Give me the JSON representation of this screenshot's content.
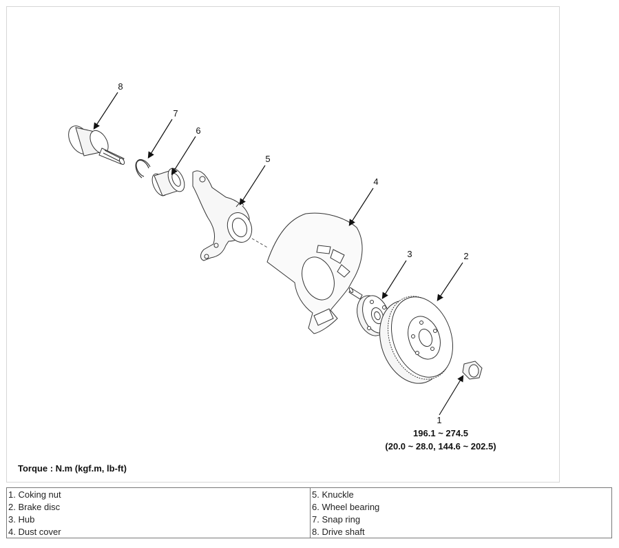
{
  "diagram": {
    "callouts": [
      "1",
      "2",
      "3",
      "4",
      "5",
      "6",
      "7",
      "8"
    ],
    "torque_note": "Torque : N.m (kgf.m, lb-ft)",
    "torque_spec_line1": "196.1 ~ 274.5",
    "torque_spec_line2": "(20.0 ~ 28.0, 144.6 ~ 202.5)"
  },
  "parts_table": {
    "rows": [
      {
        "left": "1. Coking nut",
        "right": "5. Knuckle"
      },
      {
        "left": "2. Brake disc",
        "right": "6. Wheel bearing"
      },
      {
        "left": "3. Hub",
        "right": "7. Snap ring"
      },
      {
        "left": "4. Dust cover",
        "right": "8. Drive shaft"
      }
    ]
  }
}
